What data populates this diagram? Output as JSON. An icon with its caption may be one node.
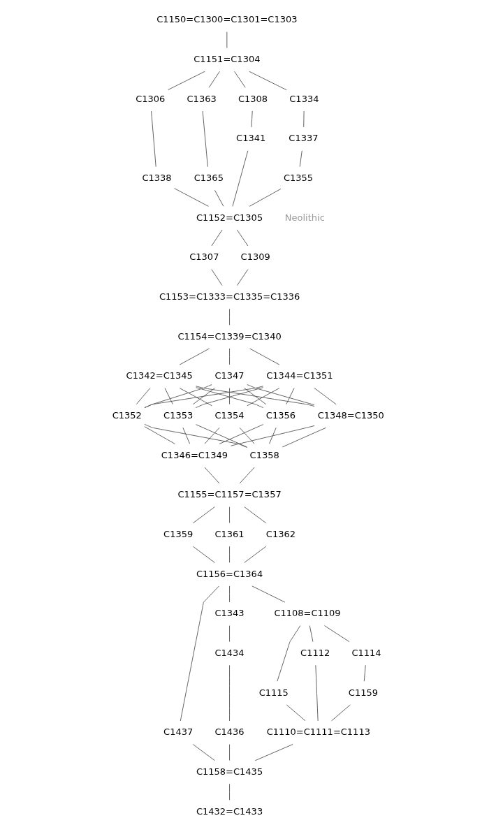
{
  "diagram": {
    "nodes": [
      {
        "text": [
          "C1150=C1300=C1301=C1303"
        ]
      },
      {
        "text": [
          "C1151=C1304"
        ]
      },
      {
        "text": [
          "C1334"
        ]
      },
      {
        "text": [
          "C1306"
        ]
      },
      {
        "text": [
          "C1363"
        ]
      },
      {
        "text": [
          "C1308"
        ]
      },
      {
        "text": [
          "C1337"
        ]
      },
      {
        "text": [
          "C1338"
        ]
      },
      {
        "text": [
          "C1365"
        ]
      },
      {
        "text": [
          "C1341"
        ]
      },
      {
        "text": [
          "C1355"
        ]
      },
      {
        "text": [
          "C1152=C1305"
        ]
      },
      {
        "text": [
          "C1307"
        ]
      },
      {
        "text": [
          "C1309"
        ]
      },
      {
        "text": [
          "C1153=C1333=C1335=C1336"
        ]
      },
      {
        "text": [
          "C1154=C1339=C1340"
        ]
      },
      {
        "text": [
          "C1342=C1345"
        ]
      },
      {
        "text": [
          "C1347"
        ]
      },
      {
        "text": [
          "C1344=C1351"
        ]
      },
      {
        "text": [
          "C1348=C1350"
        ]
      },
      {
        "text": [
          "C1352"
        ]
      },
      {
        "text": [
          "C1353"
        ]
      },
      {
        "text": [
          "C1354"
        ]
      },
      {
        "text": [
          "C1356"
        ]
      },
      {
        "text": [
          "C1346=C1349"
        ]
      },
      {
        "text": [
          "C1358"
        ]
      },
      {
        "text": [
          "C1155=C1157=C1357"
        ]
      },
      {
        "text": [
          "C1359"
        ]
      },
      {
        "text": [
          "C1361"
        ]
      },
      {
        "text": [
          "C1362"
        ]
      },
      {
        "text": [
          "C1156=C1364"
        ]
      },
      {
        "text": [
          "C1108=C1109"
        ]
      },
      {
        "text": [
          "C1437"
        ]
      },
      {
        "text": [
          "C1343"
        ]
      },
      {
        "text": [
          "C1115"
        ]
      },
      {
        "text": [
          "C1112"
        ]
      },
      {
        "text": [
          "C1114"
        ]
      },
      {
        "text": [
          "C1434"
        ]
      },
      {
        "text": [
          "C1159"
        ]
      },
      {
        "text": [
          "C1436"
        ]
      },
      {
        "text": [
          "C1110=C1111=C1113"
        ]
      },
      {
        "text": [
          "C1158=C1435"
        ]
      },
      {
        "text": [
          "C1432=C1433"
        ]
      }
    ],
    "edges": [
      {
        "from": 0,
        "to": 1,
        "arrow": "none"
      },
      {
        "from": 1,
        "to": 2,
        "arrow": "none"
      },
      {
        "from": 1,
        "to": 3,
        "arrow": "none"
      },
      {
        "from": 1,
        "to": 4,
        "arrow": "none"
      },
      {
        "from": 1,
        "to": 5,
        "arrow": "none"
      },
      {
        "from": 2,
        "to": 6,
        "arrow": "none"
      },
      {
        "from": 3,
        "to": 7,
        "arrow": "none"
      },
      {
        "from": 4,
        "to": 8,
        "arrow": "none"
      },
      {
        "from": 5,
        "to": 9,
        "arrow": "none"
      },
      {
        "from": 6,
        "to": 10,
        "arrow": "none"
      },
      {
        "from": 10,
        "to": 11,
        "arrow": "none"
      },
      {
        "from": 7,
        "to": 11,
        "arrow": "none"
      },
      {
        "from": 8,
        "to": 11,
        "arrow": "none"
      },
      {
        "from": 9,
        "to": 11,
        "arrow": "none"
      },
      {
        "from": 11,
        "to": 12,
        "arrow": "none"
      },
      {
        "from": 11,
        "to": 13,
        "arrow": "none"
      },
      {
        "from": 12,
        "to": 14,
        "arrow": "none"
      },
      {
        "from": 13,
        "to": 14,
        "arrow": "none"
      },
      {
        "from": 14,
        "to": 15,
        "arrow": "none"
      },
      {
        "from": 15,
        "to": 16,
        "arrow": "none"
      },
      {
        "from": 15,
        "to": 17,
        "arrow": "none"
      },
      {
        "from": 15,
        "to": 18,
        "arrow": "none"
      },
      {
        "from": 16,
        "to": 19,
        "arrow": "none"
      },
      {
        "from": 16,
        "to": 20,
        "arrow": "none"
      },
      {
        "from": 16,
        "to": 21,
        "arrow": "none"
      },
      {
        "from": 16,
        "to": 22,
        "arrow": "none"
      },
      {
        "from": 16,
        "to": 23,
        "arrow": "none"
      },
      {
        "from": 17,
        "to": 19,
        "arrow": "none"
      },
      {
        "from": 17,
        "to": 20,
        "arrow": "none"
      },
      {
        "from": 17,
        "to": 21,
        "arrow": "none"
      },
      {
        "from": 17,
        "to": 22,
        "arrow": "none"
      },
      {
        "from": 17,
        "to": 23,
        "arrow": "none"
      },
      {
        "from": 18,
        "to": 19,
        "arrow": "none"
      },
      {
        "from": 18,
        "to": 20,
        "arrow": "none"
      },
      {
        "from": 18,
        "to": 21,
        "arrow": "none"
      },
      {
        "from": 18,
        "to": 22,
        "arrow": "none"
      },
      {
        "from": 18,
        "to": 23,
        "arrow": "none"
      },
      {
        "from": 19,
        "to": 24,
        "arrow": "none"
      },
      {
        "from": 20,
        "to": 24,
        "arrow": "none"
      },
      {
        "from": 21,
        "to": 24,
        "arrow": "none"
      },
      {
        "from": 22,
        "to": 24,
        "arrow": "none"
      },
      {
        "from": 23,
        "to": 24,
        "arrow": "none"
      },
      {
        "from": 19,
        "to": 25,
        "arrow": "none"
      },
      {
        "from": 20,
        "to": 25,
        "arrow": "none"
      },
      {
        "from": 21,
        "to": 25,
        "arrow": "none"
      },
      {
        "from": 22,
        "to": 25,
        "arrow": "none"
      },
      {
        "from": 23,
        "to": 25,
        "arrow": "none"
      },
      {
        "from": 24,
        "to": 26,
        "arrow": "none"
      },
      {
        "from": 25,
        "to": 26,
        "arrow": "none"
      },
      {
        "from": 26,
        "to": 27,
        "arrow": "none"
      },
      {
        "from": 26,
        "to": 28,
        "arrow": "none"
      },
      {
        "from": 26,
        "to": 29,
        "arrow": "none"
      },
      {
        "from": 27,
        "to": 30,
        "arrow": "none"
      },
      {
        "from": 28,
        "to": 30,
        "arrow": "none"
      },
      {
        "from": 29,
        "to": 30,
        "arrow": "none"
      },
      {
        "from": 30,
        "to": 31,
        "arrow": "none"
      },
      {
        "from": 30,
        "to": 32,
        "arrow": "none"
      },
      {
        "from": 30,
        "to": 33,
        "arrow": "none"
      },
      {
        "from": 31,
        "to": 34,
        "arrow": "none"
      },
      {
        "from": 31,
        "to": 35,
        "arrow": "none"
      },
      {
        "from": 31,
        "to": 36,
        "arrow": "none"
      },
      {
        "from": 33,
        "to": 37,
        "arrow": "none"
      },
      {
        "from": 36,
        "to": 38,
        "arrow": "none"
      },
      {
        "from": 37,
        "to": 39,
        "arrow": "none"
      },
      {
        "from": 34,
        "to": 40,
        "arrow": "none"
      },
      {
        "from": 35,
        "to": 40,
        "arrow": "none"
      },
      {
        "from": 38,
        "to": 40,
        "arrow": "none"
      },
      {
        "from": 40,
        "to": 41,
        "arrow": "none"
      },
      {
        "from": 32,
        "to": 41,
        "arrow": "none"
      },
      {
        "from": 39,
        "to": 41,
        "arrow": "none"
      },
      {
        "from": 41,
        "to": 42,
        "arrow": "none"
      }
    ],
    "labels": [
      "Neolithic"
    ]
  }
}
